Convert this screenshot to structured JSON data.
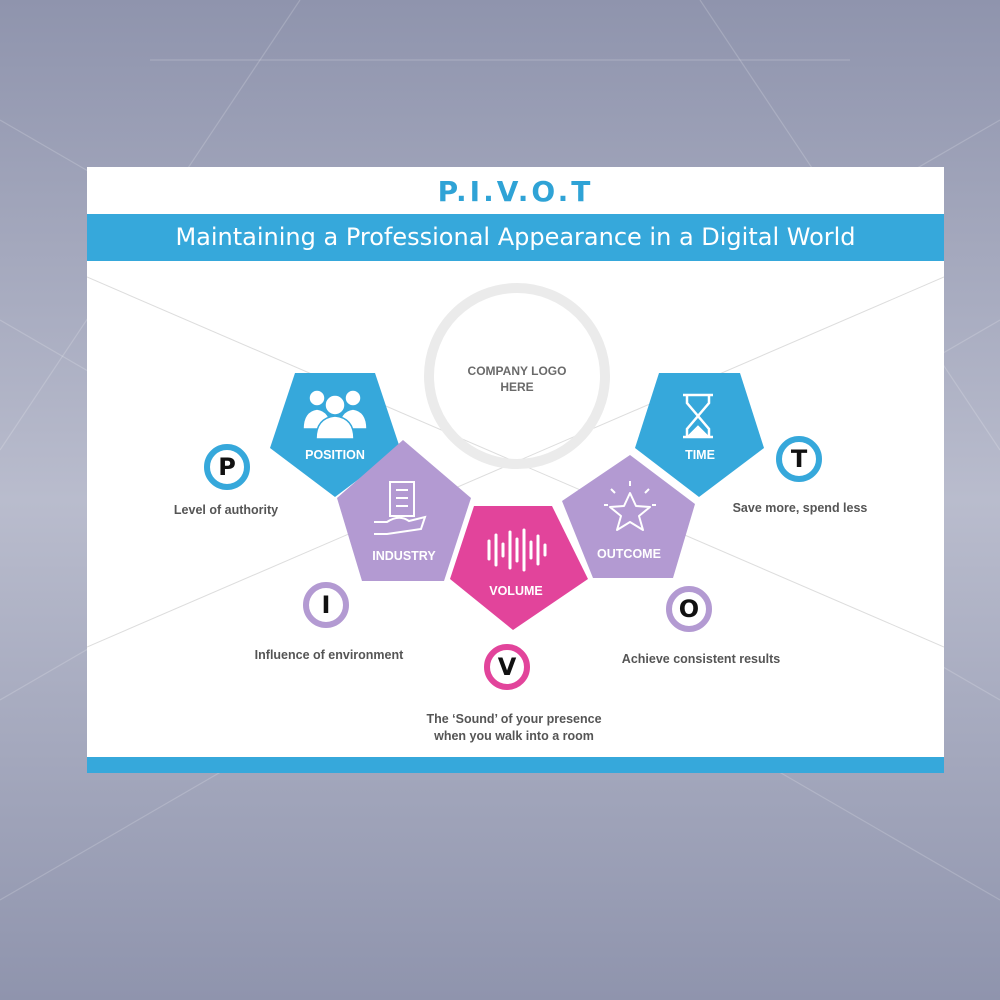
{
  "header": {
    "brand": "P.I.V.O.T",
    "subtitle": "Maintaining a Professional Appearance in a Digital World"
  },
  "logo": {
    "line1": "COMPANY LOGO",
    "line2": "HERE"
  },
  "pillars": [
    {
      "letter": "P",
      "label": "POSITION",
      "description": "Level of authority",
      "icon": "people-icon",
      "color": "#36a8db"
    },
    {
      "letter": "I",
      "label": "INDUSTRY",
      "description": "Influence of environment",
      "icon": "building-hand-icon",
      "color": "#b39ad2"
    },
    {
      "letter": "V",
      "label": "VOLUME",
      "description_line1": "The ‘Sound’ of your presence",
      "description_line2": "when you walk into a room",
      "icon": "sound-wave-icon",
      "color": "#e2449b"
    },
    {
      "letter": "O",
      "label": "OUTCOME",
      "description": "Achieve consistent results",
      "icon": "star-icon",
      "color": "#b39ad2"
    },
    {
      "letter": "T",
      "label": "TIME",
      "description": "Save more, spend less",
      "icon": "hourglass-icon",
      "color": "#36a8db"
    }
  ],
  "colors": {
    "blue": "#36a8db",
    "purple": "#b39ad2",
    "pink": "#e2449b",
    "logo_ring": "#ebebeb"
  }
}
